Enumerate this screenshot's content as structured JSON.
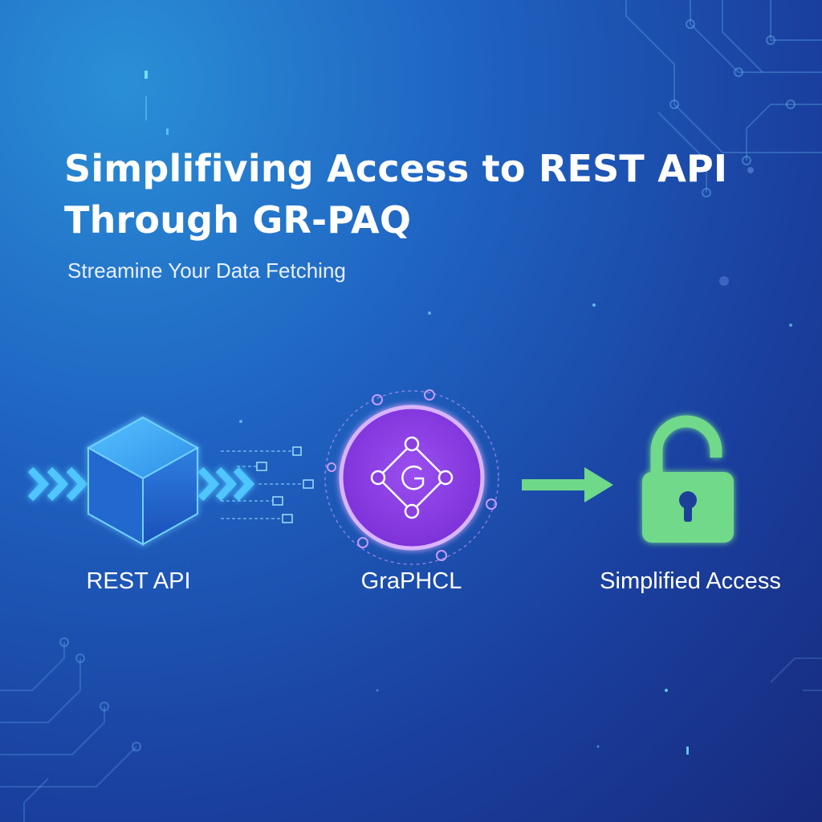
{
  "title_line1": "Simplifiving Access to REST API",
  "title_line2": "Through GR-PAQ",
  "subtitle": "Streamine Your Data Fetching",
  "nodes": {
    "rest": {
      "label": "REST API",
      "icon": "cube-icon"
    },
    "graphql": {
      "label": "GraPHCL",
      "icon": "graphql-logo-icon"
    },
    "access": {
      "label": "Simplified Access",
      "icon": "open-padlock-icon"
    }
  },
  "colors": {
    "background_top": "#2a8fd6",
    "background_bottom": "#172a7d",
    "cube": "#3fb6ff",
    "graphql": "#8b3fe0",
    "graphql_ring": "#c79bff",
    "access": "#6fd98a"
  }
}
